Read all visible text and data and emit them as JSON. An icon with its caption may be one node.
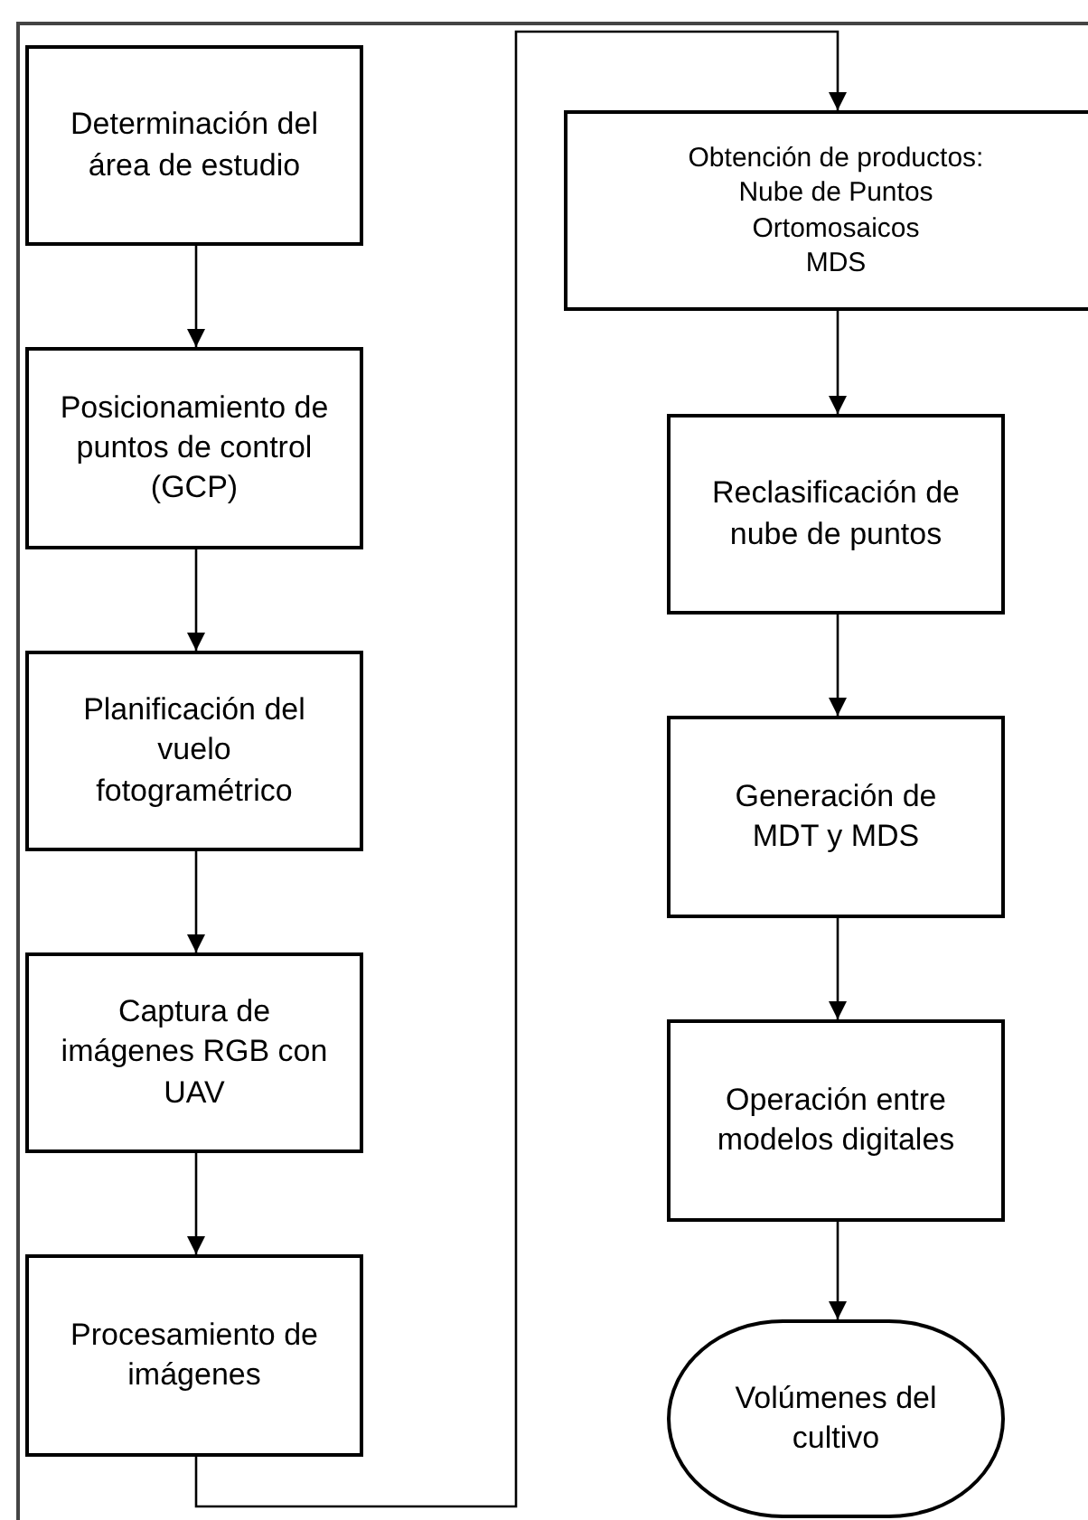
{
  "diagram": {
    "nodes": [
      {
        "text": [
          "Determinación del área de estudio"
        ]
      },
      {
        "text": [
          "Posicionamiento de puntos de control (GCP)"
        ]
      },
      {
        "text": [
          "Planificación del vuelo fotogramétrico"
        ]
      },
      {
        "text": [
          "Captura de imágenes RGB con UAV"
        ]
      },
      {
        "text": [
          "Procesamiento de imágenes"
        ]
      },
      {
        "text": [
          "Obtención de productos:",
          "Nube de Puntos",
          "Ortomosaicos",
          "MDS"
        ]
      },
      {
        "text": [
          "Reclasificación de nube de puntos"
        ]
      },
      {
        "text": [
          "Generación de MDT y MDS"
        ]
      },
      {
        "text": [
          "Operación entre modelos digitales"
        ]
      },
      {
        "text": [
          "Volúmenes del cultivo"
        ]
      }
    ],
    "edges": [
      {
        "from": 0,
        "to": 1,
        "arrow": "to"
      },
      {
        "from": 1,
        "to": 2,
        "arrow": "to"
      },
      {
        "from": 2,
        "to": 3,
        "arrow": "to"
      },
      {
        "from": 3,
        "to": 4,
        "arrow": "to"
      },
      {
        "from": 4,
        "to": 5,
        "arrow": "to"
      },
      {
        "from": 5,
        "to": 6,
        "arrow": "to"
      },
      {
        "from": 6,
        "to": 7,
        "arrow": "to"
      },
      {
        "from": 7,
        "to": 8,
        "arrow": "to"
      },
      {
        "from": 8,
        "to": 9,
        "arrow": "to"
      }
    ]
  }
}
